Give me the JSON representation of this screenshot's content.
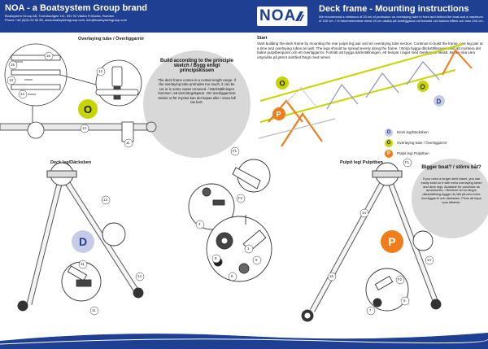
{
  "header": {
    "brand_title": "NOA - a Boatsystem Group brand",
    "brand_info_line1": "Boatsystem Group AB, Tornväsvägen 111, 931 92 Västra Frölunda, Sweden",
    "brand_info_line2": "Phone +46 (0)31-92 53 80, www.boatsystemgroup.com, info@boatsystemgroup.com",
    "logo_text": "NOA",
    "doc_title": "Deck frame - Mounting instructions",
    "intro": "We recommend a minimum of 20 cm of protrusion on overlaying tube in front and behind the boat and a maximum of 100 cm. / Vi rekommenderar minst 20 cm utstick på överliggarna vid framdel och bakom båten och max 100 cm."
  },
  "sections": {
    "overlaying_tube": "Overlaying tube / Överliggarrör",
    "deck_leg": "Deck leg/Däcksben",
    "pulpit_leg": "Pulpit leg/ Pulpitben",
    "start_title": "Start",
    "start_text": "Start building the deck frame by mounting the rear pulpit leg pair and an overlaying tube section. Continue to build the frame, one leg pair at a time and overlaying tubes as well. The legs should be spread evenly along the frame. / Börja bygga däckställningen med att montera det bakre pulpitbenparet och ett överliggarrör. Fortsätt att bygga däckställningen, ett benpar i taget med överliggare likaså. Benen ska vara utspridda på jämnt avstånd längs med ramen."
  },
  "callout_sketch": {
    "title": "Build according to the principle sketch / Bygg enligt principskissen",
    "body": "The deck frame comes in a certain length range. If the overlaying tube protrudes too much, it can be cut or in some cases removed. / Däckställningen kommer i ett visst längdspann. Om överliggarröret sticker ut för mycket kan det kapas eller i vissa fall tas bort."
  },
  "callout_bigger": {
    "title": "Bigger boat? / större båt?",
    "body": "If you need a longer deck frame, you can easily build on it with extra overlaying tubes and deck legs. Available for purchase as accessories. / Behöver du en längre däckställning bygger du lätt på med extra överliggarrör och däcksben. Finns att köpa som tillbehör."
  },
  "legend": [
    {
      "letter": "D",
      "label": "Deck leg/Däcksben",
      "color": "#c7cbe6",
      "text_color": "#1f3f93"
    },
    {
      "letter": "O",
      "label": "Overlaying tube / Överliggarrör",
      "color": "#c8d400",
      "text_color": "#1a1a1a"
    },
    {
      "letter": "P",
      "label": "Pulpit leg/ Pulpitben",
      "color": "#ef7d1a",
      "text_color": "#ffffff"
    }
  ],
  "badges": {
    "o": "O",
    "d": "D",
    "p": "P"
  },
  "part_numbers": {
    "p16": "16",
    "p15": "15",
    "p13a": "13",
    "p13b": "13",
    "p12": "12",
    "p13c": "13",
    "p11a": "11",
    "p14a": "14",
    "p14b": "14",
    "p11b": "11",
    "pF1a": "F1",
    "pF2": "F2",
    "p4": "4",
    "p9a": "9",
    "p1": "1",
    "p6": "6",
    "p9b": "9",
    "p11c": "11",
    "pF1b": "F1",
    "p14c": "14",
    "p15b": "15",
    "p14d": "14",
    "p7": "7",
    "p5": "5",
    "pF2b": "F2"
  }
}
